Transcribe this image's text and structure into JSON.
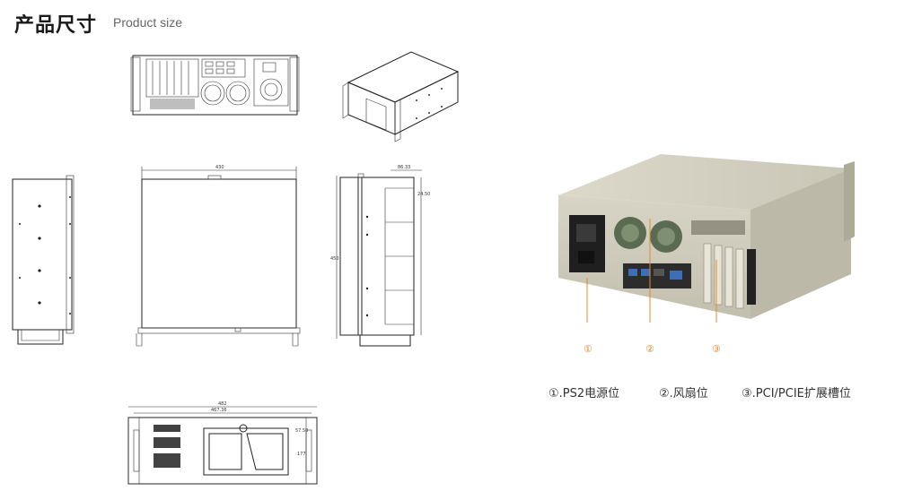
{
  "header": {
    "title_cn": "产品尺寸",
    "title_en": "Product size"
  },
  "drawings": {
    "top_width": "430",
    "side_depth": "450",
    "side_offset": "86.33",
    "side_offset2": "24.50",
    "front_width": "482",
    "front_inner": "467.36",
    "front_height": "177",
    "front_h2": "57.50"
  },
  "callouts": {
    "c1": "①",
    "c2": "②",
    "c3": "③"
  },
  "captions": {
    "c1": "①.PS2电源位",
    "c2": "②.风扇位",
    "c3": "③.PCI/PCIE扩展槽位"
  },
  "colors": {
    "accent": "#e28a2a",
    "chassis": "#d6d3c4"
  }
}
